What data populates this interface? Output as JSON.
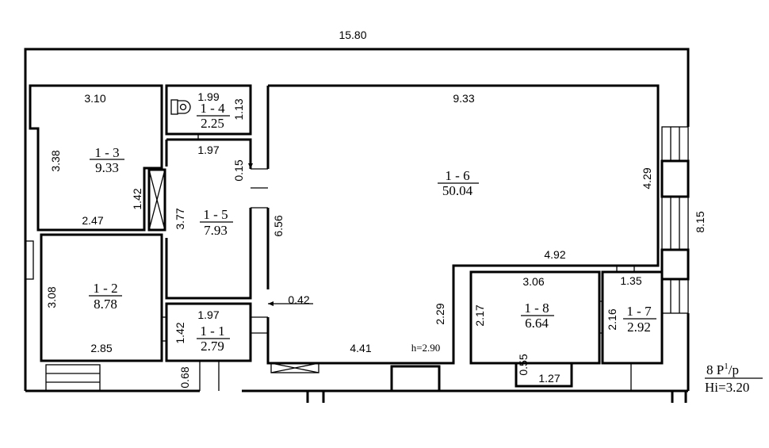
{
  "plan": {
    "overall_width": "15.80",
    "overall_height": "8.15",
    "rooms": {
      "r13": {
        "id": "1 - 3",
        "area": "9.33",
        "top": "3.10",
        "side": "3.38",
        "bottom": "2.47",
        "niche": "1.42"
      },
      "r14": {
        "id": "1 - 4",
        "area": "2.25",
        "top": "1.99",
        "side": "1.13"
      },
      "r15": {
        "id": "1 - 5",
        "area": "7.93",
        "top": "1.97",
        "side": "3.77",
        "gap": "0.15"
      },
      "r12": {
        "id": "1 - 2",
        "area": "8.78",
        "side": "3.08",
        "bottom": "2.85"
      },
      "r11": {
        "id": "1 - 1",
        "area": "2.79",
        "top": "1.97",
        "side": "1.42",
        "step": "0.68"
      },
      "r16": {
        "id": "1 - 6",
        "area": "50.04",
        "top": "9.33",
        "left": "6.56",
        "right": "4.29",
        "mid": "4.92",
        "inner": "2.29",
        "bottom": "4.41",
        "offset": "0.42",
        "height": "h=2.90"
      },
      "r18": {
        "id": "1 - 8",
        "area": "6.64",
        "top": "3.06",
        "side": "2.17",
        "nook": "0.55",
        "nook_w": "1.27"
      },
      "r17": {
        "id": "1 - 7",
        "area": "2.92",
        "top": "1.35",
        "side": "2.16"
      }
    },
    "stamp": {
      "line1": "8  P",
      "sup": "1",
      "line1_end": "/p",
      "line2": "Hi=3.20"
    }
  }
}
